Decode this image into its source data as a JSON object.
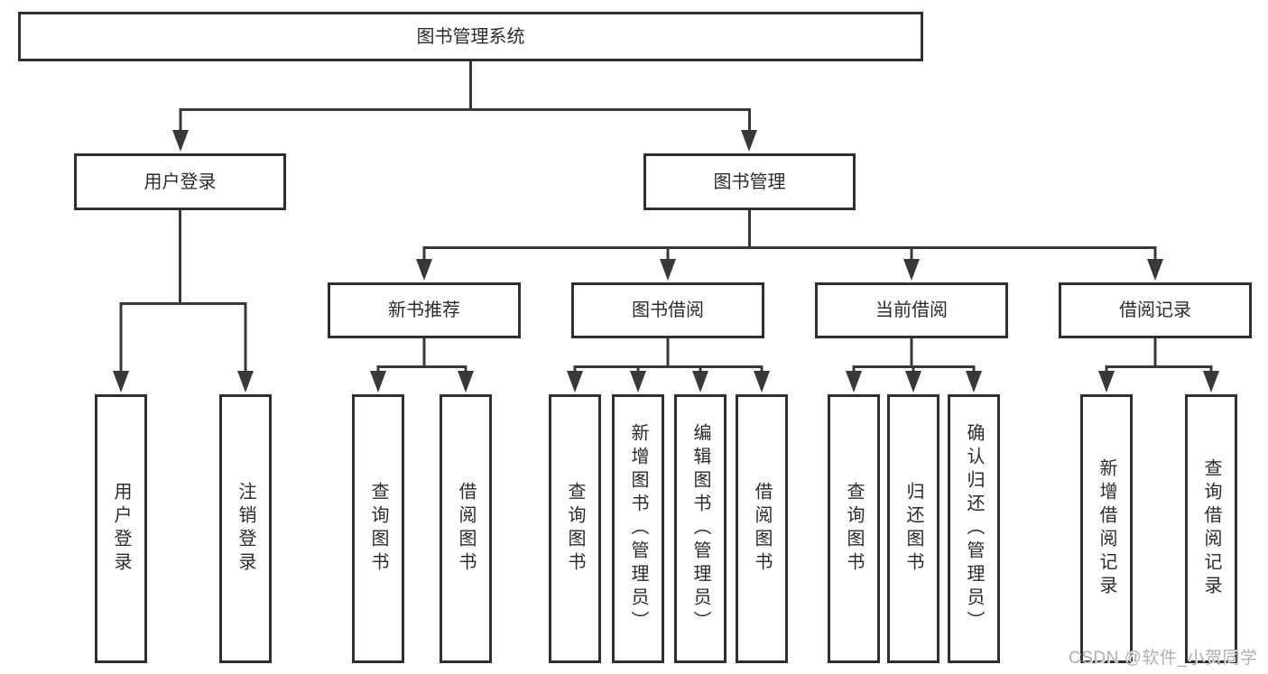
{
  "diagram": {
    "root": {
      "label": "图书管理系统"
    },
    "level2": [
      {
        "label": "用户登录"
      },
      {
        "label": "图书管理"
      }
    ],
    "level3": [
      {
        "label": "新书推荐"
      },
      {
        "label": "图书借阅"
      },
      {
        "label": "当前借阅"
      },
      {
        "label": "借阅记录"
      }
    ],
    "leaves": {
      "user_login": [
        "用户登录",
        "注销登录"
      ],
      "new_book_rec": [
        "查询图书",
        "借阅图书"
      ],
      "book_borrow": [
        "查询图书",
        "新增图书（管理员）",
        "编辑图书（管理员）",
        "借阅图书"
      ],
      "current_borrow": [
        "查询图书",
        "归还图书",
        "确认归还（管理员）"
      ],
      "borrow_records": [
        "新增借阅记录",
        "查询借阅记录"
      ]
    }
  },
  "colors": {
    "line": "#383838",
    "box_border": "#2f2f2f",
    "text": "#2b2b2b",
    "watermark": "#b0b0b0",
    "background": "#ffffff"
  },
  "watermark": {
    "text": "CSDN @软件_小贺同学"
  }
}
